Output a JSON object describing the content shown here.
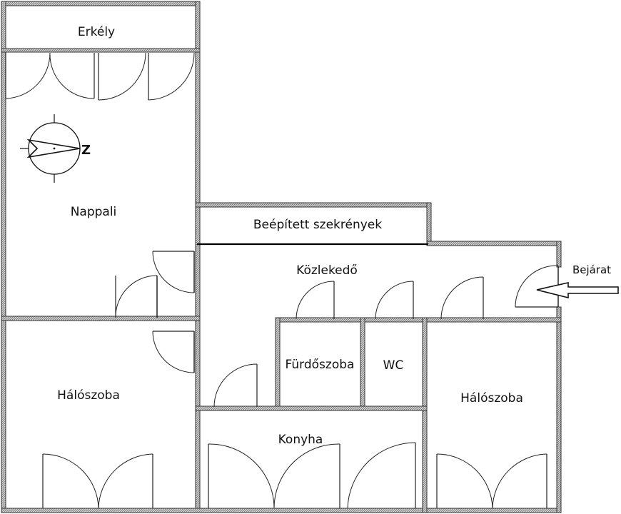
{
  "rooms": {
    "erkely": "Erkély",
    "nappali": "Nappali",
    "szekrenyek": "Beépített szekrények",
    "kozlekedo": "Közlekedő",
    "bejarat": "Bejárat",
    "halo1": "Hálószoba",
    "furdo": "Fürdőszoba",
    "wc": "WC",
    "halo2": "Hálószoba",
    "konyha": "Konyha"
  },
  "compass": {
    "north_letter": "Z"
  },
  "colors": {
    "wall_hatch": "#8a8a8a",
    "line": "#222222",
    "background": "#ffffff"
  }
}
